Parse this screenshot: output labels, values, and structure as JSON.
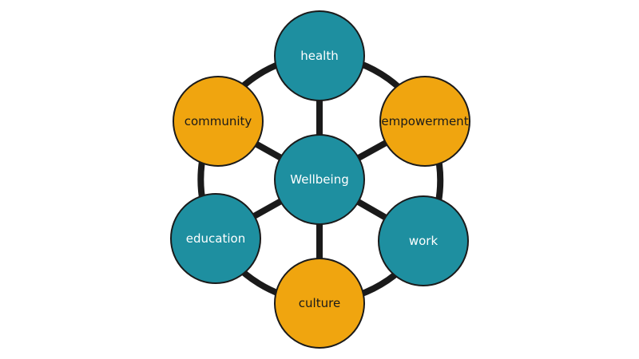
{
  "diagram": {
    "colors": {
      "teal": "#1e8fa0",
      "orange": "#f0a50f",
      "outline": "#1a1a1a",
      "connector": "#1a1a1a",
      "text_on_teal": "#ffffff",
      "text_on_orange": "#1a1a1a"
    },
    "center": {
      "label": "Wellbeing",
      "color": "teal"
    },
    "nodes": [
      {
        "id": "health",
        "label": "health",
        "color": "teal"
      },
      {
        "id": "empowerment",
        "label": "empowerment",
        "color": "orange"
      },
      {
        "id": "work",
        "label": "work",
        "color": "teal"
      },
      {
        "id": "culture",
        "label": "culture",
        "color": "orange"
      },
      {
        "id": "education",
        "label": "education",
        "color": "teal"
      },
      {
        "id": "community",
        "label": "community",
        "color": "orange"
      }
    ]
  }
}
